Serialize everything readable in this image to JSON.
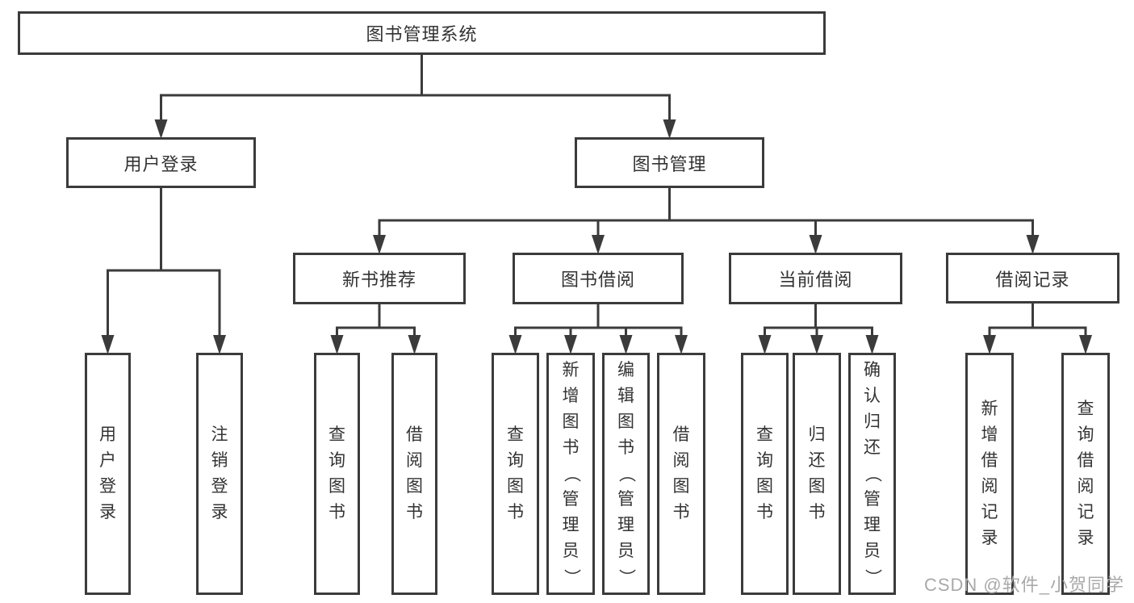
{
  "diagram": {
    "type": "tree",
    "title": "图书管理系统",
    "root": {
      "id": "root",
      "label": "图书管理系统",
      "children": [
        {
          "id": "user-login",
          "label": "用户登录",
          "children": [
            {
              "id": "login",
              "label": "用户登录"
            },
            {
              "id": "logout",
              "label": "注销登录"
            }
          ]
        },
        {
          "id": "book-mgmt",
          "label": "图书管理",
          "children": [
            {
              "id": "new-book",
              "label": "新书推荐",
              "children": [
                {
                  "id": "nb-query",
                  "label": "查询图书"
                },
                {
                  "id": "nb-borrow",
                  "label": "借阅图书"
                }
              ]
            },
            {
              "id": "borrow",
              "label": "图书借阅",
              "children": [
                {
                  "id": "b-query",
                  "label": "查询图书"
                },
                {
                  "id": "b-add",
                  "label": "新增图书（管理员）"
                },
                {
                  "id": "b-edit",
                  "label": "编辑图书（管理员）"
                },
                {
                  "id": "b-borrow",
                  "label": "借阅图书"
                }
              ]
            },
            {
              "id": "current",
              "label": "当前借阅",
              "children": [
                {
                  "id": "c-query",
                  "label": "查询图书"
                },
                {
                  "id": "c-return",
                  "label": "归还图书"
                },
                {
                  "id": "c-confirm",
                  "label": "确认归还（管理员）"
                }
              ]
            },
            {
              "id": "records",
              "label": "借阅记录",
              "children": [
                {
                  "id": "r-add",
                  "label": "新增借阅记录"
                },
                {
                  "id": "r-query",
                  "label": "查询借阅记录"
                }
              ]
            }
          ]
        }
      ]
    },
    "watermark": "CSDN @软件_小贺同学",
    "colors": {
      "line": "#3b3b3b",
      "box_border": "#3b3b3b",
      "text": "#333333",
      "watermark": "#a9a9a9",
      "background": "#ffffff"
    }
  }
}
